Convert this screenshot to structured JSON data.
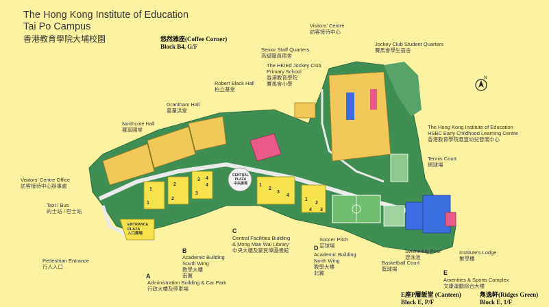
{
  "title": {
    "line1": "The Hong Kong Institute of Education",
    "line2": "Tai Po Campus",
    "zh": "香港教育學院大埔校園"
  },
  "highlights": {
    "coffee_zh": "悠然雅座(Coffee Corner)",
    "coffee_en": "Block B4, G/F",
    "canteen_zh": "E座P層飯堂 (Canteen)",
    "canteen_en": "Block E, P/F",
    "ridges_zh": "雋逸軒(Ridges Green)",
    "ridges_en": "Block E, 1/F"
  },
  "labels": {
    "visitors_centre": {
      "en": "Visitors' Centre",
      "zh": "訪客接待中心"
    },
    "jockey_student": {
      "en": "Jockey Club Student Quarters",
      "zh": "賽馬會學生宿舍"
    },
    "senior_staff": {
      "en": "Senior Staff Quarters",
      "zh": "高級職員宿舍"
    },
    "primary_school": {
      "en1": "The HKIEd Jockey Club",
      "en2": "Primary School",
      "zh1": "香港教育學院",
      "zh2": "賽馬會小學"
    },
    "robert_black": {
      "en": "Robert Black Hall",
      "zh": "柏立基堂"
    },
    "grantham": {
      "en": "Grantham Hall",
      "zh": "葛量洪堂"
    },
    "northcote": {
      "en": "Northcote Hall",
      "zh": "羅富國堂"
    },
    "visitors_office": {
      "en": "Visitors' Centre Office",
      "zh": "訪客接待中心辦事處"
    },
    "taxi_bus": {
      "en": "Taxi / Bus",
      "zh": "的士站 / 巴士站"
    },
    "pedestrian": {
      "en": "Pedestrian Entrance",
      "zh": "行人入口"
    },
    "admin_building": {
      "en": "Administration Building & Car Park",
      "zh": "行政大樓及停車場"
    },
    "south_wing": {
      "en1": "Academic Building",
      "en2": "South Wing",
      "zh1": "教學大樓",
      "zh2": "南翼"
    },
    "central_facilities": {
      "en1": "Central Facilities Building",
      "en2": "& Mong Man Wai Library",
      "zh": "中央大樓及蒙民偉圖書館"
    },
    "north_wing": {
      "en1": "Academic Building",
      "en2": "North Wing",
      "zh1": "教學大樓",
      "zh2": "北翼"
    },
    "soccer_pitch": {
      "en": "Soccer Pitch",
      "zh": "足球場"
    },
    "basketball": {
      "en": "Basketball Court",
      "zh": "籃球場"
    },
    "swimming_pool": {
      "en": "Swimming Pool",
      "zh": "游泳池"
    },
    "institutes_lodge": {
      "en": "Institute's Lodge",
      "zh": "聚學樓"
    },
    "amenities": {
      "en": "Amenities & Sports Complex",
      "zh": "文康運動綜合大樓"
    },
    "tennis": {
      "en": "Tennis Court",
      "zh": "網球場"
    },
    "early_childhood": {
      "en1": "The Hong Kong Institute of Education",
      "en2": "HSBC Early Childhood Learning Centre",
      "zh": "香港教育學院滙豐幼兒發展中心"
    },
    "entrance_plaza": {
      "en1": "ENTRANCE",
      "en2": "PLAZA",
      "zh": "入口廣場"
    },
    "central_plaza": {
      "en1": "CENTRAL",
      "en2": "PLAZA",
      "zh": "中央廣場"
    }
  },
  "letters": {
    "a": "A",
    "b": "B",
    "c": "C",
    "d": "D",
    "e": "E"
  },
  "block_numbers": [
    "1",
    "2",
    "3",
    "4",
    "1",
    "2",
    "3",
    "4",
    "1",
    "2",
    "3",
    "4",
    "1",
    "2",
    "3",
    "4"
  ],
  "compass": {
    "label": "N"
  },
  "colors": {
    "background": "#fbf3a2",
    "greenery": "#3f8f54",
    "roads": "#eaeaea",
    "academic": "#f6e24c",
    "halls": "#f3c85a",
    "primary_school": "#e85a87",
    "sports_blue": "#3a6ee0",
    "pitch_green": "#6fbf6f"
  }
}
